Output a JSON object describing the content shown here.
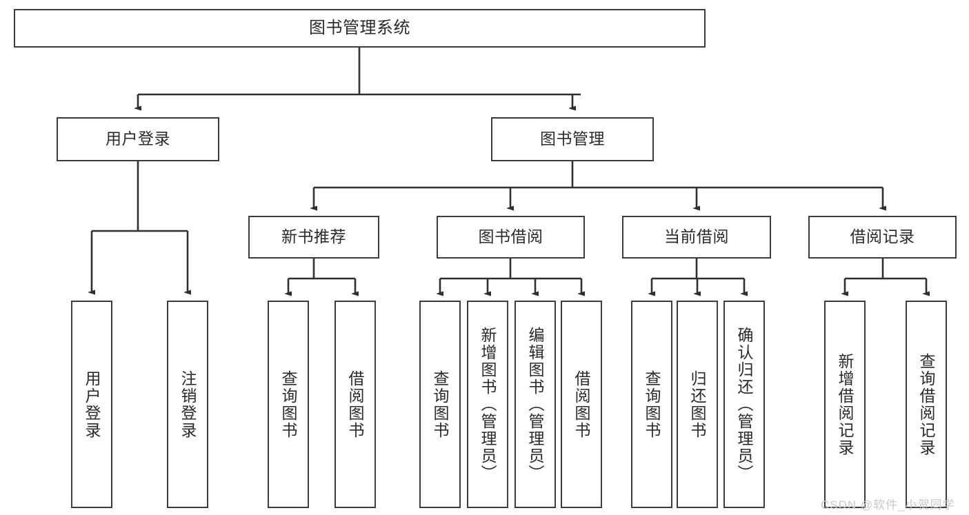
{
  "diagram": {
    "title": "图书管理系统",
    "watermark": "CSDN @软件_小贺同学",
    "colors": {
      "box_border": "#3b3b3b",
      "edge": "#2f2f2f",
      "text": "#2a2a2a",
      "background": "#ffffff",
      "watermark": "#c9c9c9"
    },
    "levels": {
      "root": {
        "label": "图书管理系统"
      },
      "level2": [
        {
          "label": "用户登录"
        },
        {
          "label": "图书管理"
        }
      ],
      "level3": [
        {
          "label": "新书推荐"
        },
        {
          "label": "图书借阅"
        },
        {
          "label": "当前借阅"
        },
        {
          "label": "借阅记录"
        }
      ],
      "leaves": [
        {
          "label": "用户登录",
          "parent": "用户登录"
        },
        {
          "label": "注销登录",
          "parent": "用户登录"
        },
        {
          "label": "查询图书",
          "parent": "新书推荐"
        },
        {
          "label": "借阅图书",
          "parent": "新书推荐"
        },
        {
          "label": "查询图书",
          "parent": "图书借阅"
        },
        {
          "label": "新增图书（管理员）",
          "parent": "图书借阅"
        },
        {
          "label": "编辑图书（管理员）",
          "parent": "图书借阅"
        },
        {
          "label": "借阅图书",
          "parent": "图书借阅"
        },
        {
          "label": "查询图书",
          "parent": "当前借阅"
        },
        {
          "label": "归还图书",
          "parent": "当前借阅"
        },
        {
          "label": "确认归还（管理员）",
          "parent": "当前借阅"
        },
        {
          "label": "新增借阅记录",
          "parent": "借阅记录"
        },
        {
          "label": "查询借阅记录",
          "parent": "借阅记录"
        }
      ]
    }
  }
}
